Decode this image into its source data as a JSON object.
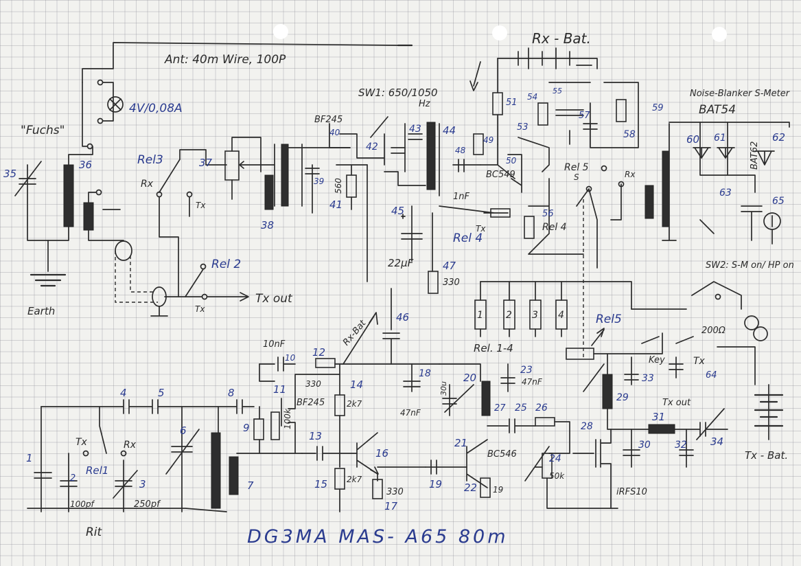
{
  "labels": {
    "antenna": "Ant: 40m Wire, 100P",
    "rx_bat": "Rx - Bat.",
    "fuchs": "\"Fuchs\"",
    "lamp": "4V/0,08A",
    "sw1": "SW1: 650/1050",
    "sw1_unit": "Hz",
    "bf245_top": "BF245",
    "bf245_bottom": "BF245",
    "bc549": "BC549",
    "bc546": "BC546",
    "irf510": "iRFS10",
    "noise_blanker": "Noise-Blanker S-Meter",
    "bat54": "BAT54",
    "bat62": "BAT62",
    "rel1": "Rel1",
    "rel2": "Rel 2",
    "rel3": "Rel3",
    "rel4": "Rel 4",
    "rel4_side": "Rel 4",
    "rel5": "Rel5",
    "rel_s": "Rel 5",
    "rel_1_4": "Rel. 1-4",
    "earth": "Earth",
    "tx_out": "Tx out",
    "tx_out2": "Tx out",
    "tx_bat": "Tx - Bat.",
    "rx_bat_diag": "Rx-Bat",
    "sw2": "SW2: S-M on/ HP on",
    "key": "Key",
    "rit": "Rit",
    "ohm200": "200Ω",
    "title": "DG3MA  MAS- A65  80m",
    "c_100pf": "100pf",
    "c_250pf": "250pf",
    "c_10nf": "10nF",
    "c_1nf": "1nF",
    "c_22uf": "22µF",
    "c_47nf_a": "47nF",
    "c_47nf_b": "47nF",
    "c_30u": "30u",
    "r_330_a": "330",
    "r_330_b": "330",
    "r_330_c": "330",
    "r_2k7_a": "2k7",
    "r_2k7_b": "2k7",
    "r_100k": "100k",
    "r_560": "560",
    "r_50k": "50k",
    "r_19": "19",
    "rx": "Rx",
    "tx": "Tx",
    "s": "S"
  },
  "numbers": [
    "1",
    "2",
    "3",
    "4",
    "5",
    "6",
    "7",
    "8",
    "9",
    "10",
    "11",
    "12",
    "13",
    "14",
    "15",
    "16",
    "17",
    "18",
    "19",
    "20",
    "21",
    "22",
    "23",
    "24",
    "25",
    "26",
    "27",
    "28",
    "29",
    "30",
    "31",
    "32",
    "33",
    "34",
    "35",
    "36",
    "37",
    "38",
    "39",
    "40",
    "41",
    "42",
    "43",
    "44",
    "45",
    "46",
    "47",
    "48",
    "49",
    "50",
    "51",
    "53",
    "54",
    "55",
    "56",
    "57",
    "58",
    "59",
    "60",
    "61",
    "62",
    "63",
    "64",
    "65"
  ],
  "relay_coils": [
    "1",
    "2",
    "3",
    "4"
  ],
  "colors": {
    "ink": "#2b2b2b",
    "number_ink": "#2a3b8f",
    "paper": "#f2f2ef",
    "grid": "#8c8c96"
  }
}
